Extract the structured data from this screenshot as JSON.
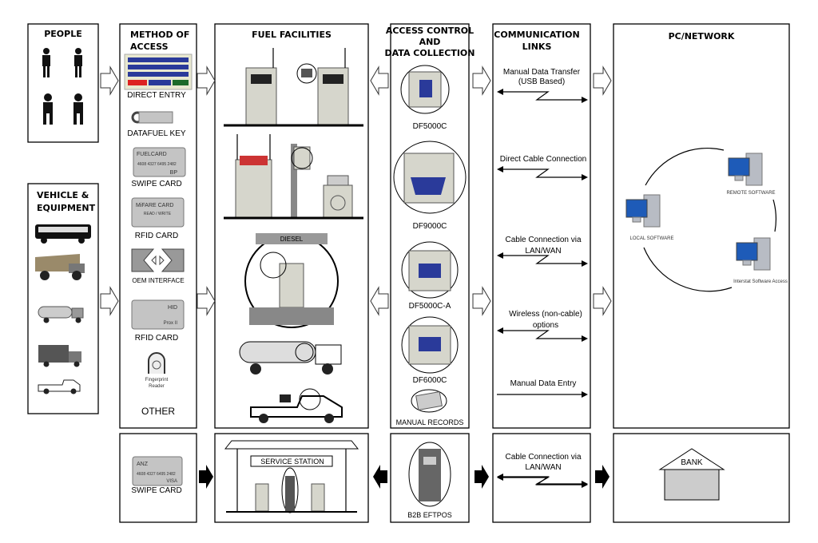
{
  "people": {
    "title": "PEOPLE"
  },
  "vehicles": {
    "title": "VEHICLE & EQUIPMENT",
    "line1": "VEHICLE &",
    "line2": "EQUIPMENT"
  },
  "method": {
    "title1": "METHOD OF",
    "title2": "ACCESS",
    "items": [
      "DIRECT ENTRY",
      "DATAFUEL KEY",
      "SWIPE CARD",
      "RFID CARD",
      "OEM INTERFACE",
      "RFID CARD",
      "Fingerprint",
      "Reader",
      "OTHER"
    ],
    "cards": {
      "fuelcard": "FUELCARD",
      "fuelcard_no": "4608 4327 6495 2482",
      "fuelcard_brand": "BP",
      "mifare": "MiFARE CARD",
      "mifare_sub": "READ / WRITE",
      "hid": "HID",
      "hid_sub": "Prox II"
    }
  },
  "fuel": {
    "title": "FUEL FACILITIES",
    "diesel": "DIESEL"
  },
  "access": {
    "title1": "ACCESS CONTROL",
    "title2": "AND",
    "title3": "DATA COLLECTION",
    "devices": [
      "DF5000C",
      "DF9000C",
      "DF5000C-A",
      "DF6000C",
      "MANUAL RECORDS"
    ]
  },
  "comm": {
    "title1": "COMMUNICATION",
    "title2": "LINKS",
    "links": [
      [
        "Manual Data Transfer",
        "(USB Based)"
      ],
      [
        "Direct Cable Connection",
        ""
      ],
      [
        "Cable Connection via",
        "LAN/WAN"
      ],
      [
        "Wireless (non-cable)",
        "options"
      ],
      [
        "Manual Data Entry",
        ""
      ]
    ]
  },
  "network": {
    "title": "PC/NETWORK",
    "nodes": [
      "REMOTE SOFTWARE",
      "LOCAL SOFTWARE",
      "Interstat Software Access"
    ]
  },
  "bottom": {
    "swipe": "SWIPE CARD",
    "card_brand": "ANZ",
    "card_no": "4608 4327 6495 2482",
    "card_type": "VISA",
    "station": "SERVICE STATION",
    "eftpos": "B2B EFTPOS",
    "link1": "Cable Connection via",
    "link2": "LAN/WAN",
    "bank": "BANK"
  },
  "colors": {
    "screen": "#1e5bb8",
    "keypad": "#2a3a9a"
  }
}
